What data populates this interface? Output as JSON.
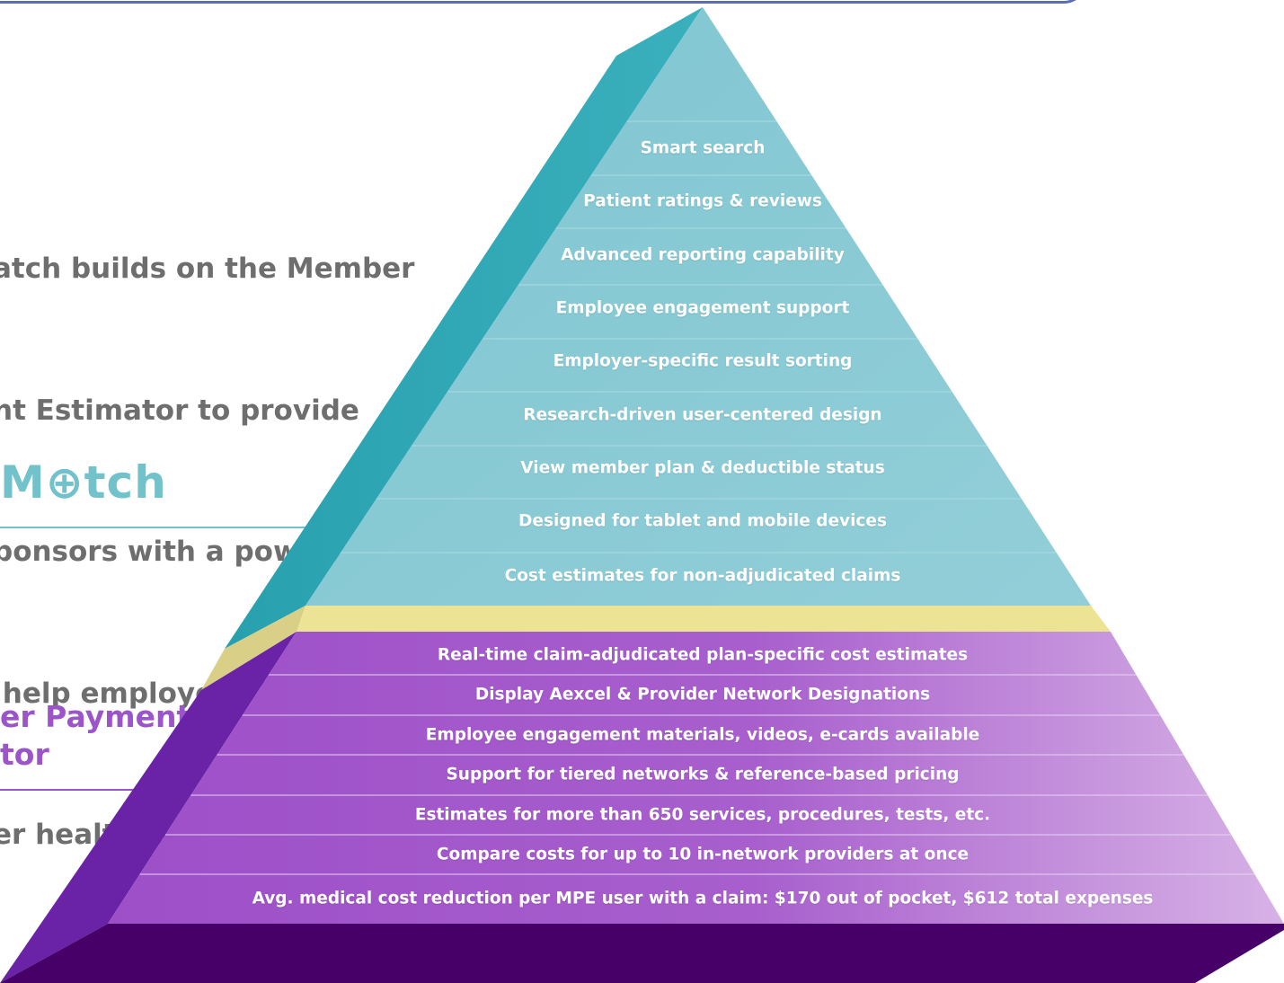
{
  "intro_lines": [
    "atch builds on the Member",
    "nt Estimator to provide",
    "ponsors with a powerful",
    " help employees be",
    "er healthcare shoppers."
  ],
  "brand_match": "M⊕tch",
  "brand_mpe_lines": [
    "er Payment",
    "tor"
  ],
  "match_features": [
    "Smart search",
    "Patient ratings & reviews",
    "Advanced reporting capability",
    "Employee engagement support",
    "Employer-specific result sorting",
    "Research-driven user-centered design",
    "View member plan & deductible status",
    "Designed for tablet and mobile devices",
    "Cost estimates for non-adjudicated claims"
  ],
  "mpe_features": [
    "Real-time claim-adjudicated plan-specific cost estimates",
    "Display Aexcel & Provider Network Designations",
    "Employee engagement materials, videos, e-cards available",
    "Support for tiered networks & reference-based pricing",
    "Estimates for more than 650 services, procedures, tests, etc.",
    "Compare costs for up to 10 in-network providers at once",
    "Avg. medical cost reduction per MPE user with a claim:  $170 out of pocket, $612 total expenses"
  ],
  "colors": {
    "teal_face": "#8acbd5",
    "teal_side": "#2fa6b4",
    "band": "#ece394",
    "purple_face": "#a55ccb",
    "purple_side": "#6a22a6",
    "base": "#470068",
    "intro_text": "#6e6e6e",
    "match_brand": "#72c2cc",
    "mpe_brand": "#9b55c8"
  }
}
